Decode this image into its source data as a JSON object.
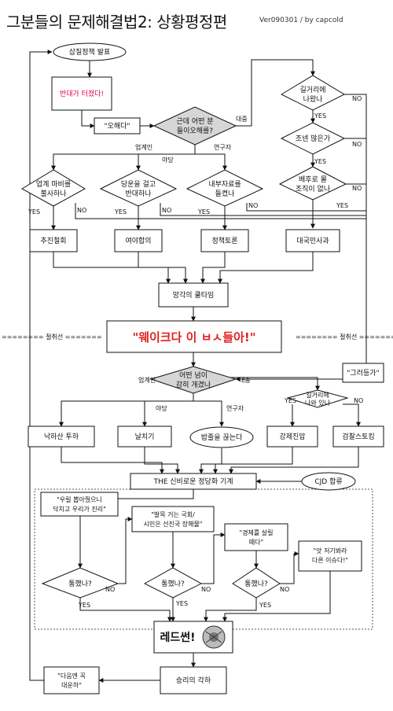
{
  "title": "그분들의 문제해결법2: 상황평정편",
  "version": "Ver090301 / by capcold",
  "divider": {
    "left": "======== 절취선 =======",
    "right": "======== 절취선 ======="
  },
  "nodes": {
    "start": "삽질정책 발표",
    "opposition": "반대가 터졌다!",
    "misunderstanding": "\"오해다\"",
    "who_q": [
      "근데 어떤 분",
      "들이오해를?"
    ],
    "street_q": [
      "길거리에",
      "나왔나"
    ],
    "many_q": "조넨 많은가",
    "org_q": [
      "배후로 몰",
      "조직이 없나"
    ],
    "biz_q": [
      "업계 마비를",
      "불사하나"
    ],
    "party_q": [
      "당운을 걸고",
      "반대하나"
    ],
    "inside_q": [
      "내부자료를",
      "들켰나"
    ],
    "push": "추진철회",
    "agree": "여야합의",
    "debate": "정책토론",
    "apology": "대국민사과",
    "forget": "망각의 쿨타임",
    "headline": "\"웨이크다 이 ㅂㅅ들아!\"",
    "whatever": "\"그러등가\"",
    "who2_q": [
      "어떤 넘이",
      "감히 개겼나"
    ],
    "street2_q": [
      "길거리에",
      "나와 있나"
    ],
    "parachute": "낙하산 투하",
    "snatch": "날치기",
    "cutline": "밥줄을 끊는다",
    "suppress": "강제진압",
    "prosecute": "검찰스토킹",
    "machine": "THE 신비로운 정당화 기계",
    "cjd": "CJD 합류",
    "blame": [
      "\"우릴 뽑아줬으니",
      "닥치고 우리가 진리\""
    ],
    "congress": [
      "\"발목 거는 국회/",
      "시민은 선진국 장해물\""
    ],
    "economy": [
      "\"경제를 살릴",
      "때다\""
    ],
    "other_issue": [
      "\"앗 저기봐라",
      "다른 이슈다!\""
    ],
    "worked_q": "통했나?",
    "redsun": "레드썬!",
    "victory": "승리의 각하",
    "next_time": [
      "\"다음엔 꼭",
      "대운하\""
    ]
  },
  "labels": {
    "yes": "YES",
    "no": "NO",
    "daejung": "대중",
    "eopgyein": "업계인",
    "ya": "야당",
    "yeongu": "연구자"
  },
  "colors": {
    "accent_red": "#e0005a",
    "headline_red": "#e02020",
    "diamond_fill": "#d6d6d6",
    "line": "#111111"
  }
}
